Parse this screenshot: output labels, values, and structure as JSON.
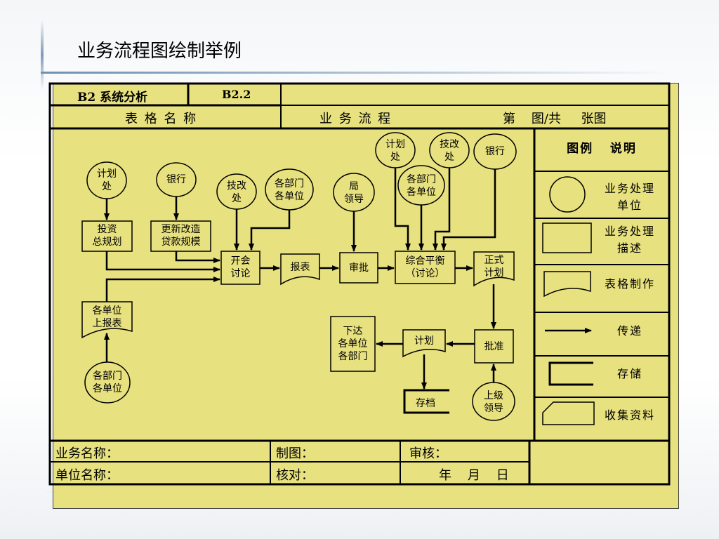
{
  "slide": {
    "title": "业务流程图绘制举例"
  },
  "header": {
    "code_label": "B2 系统分析",
    "code_value": "B2.2",
    "form_name_label": "表 格 名 称",
    "process_label": "业 务 流 程",
    "page_label": "第    图/共     张图"
  },
  "diagram": {
    "circles": {
      "jihuachu_left": "计划\n处",
      "yinhang_left": "银行",
      "jigaichu_mid": "技改\n处",
      "gebumen_mid": "各部门\n各单位",
      "ju_lingdao": "局\n领导",
      "jihuachu_top": "计划\n处",
      "jigaichu_top": "技改\n处",
      "yinhang_top": "银行",
      "gebumen_top": "各部门\n各单位",
      "gebumen_bottom": "各部门\n各单位",
      "shangji_lingdao": "上级\n领导"
    },
    "boxes": {
      "touzi": "投资\n总规划",
      "gengxin": "更新改造\n贷款规模",
      "kaihui": "开会\n讨论",
      "shenpi": "审批",
      "zonghe": "综合平衡\n（讨论）",
      "pizhun": "批准",
      "xiada": "下达\n各单位\n各部门"
    },
    "docs": {
      "baobiao": "报表",
      "zhengshi": "正式\n计划",
      "gedanwei": "各单位\n上报表",
      "jihua": "计划"
    },
    "storage": {
      "cundang": "存档"
    }
  },
  "legend": {
    "title": "图例   说明",
    "items": [
      "业务处理\n单位",
      "业务处理\n描述",
      "表格制作",
      "传递",
      "存储",
      "收集资料"
    ]
  },
  "footer": {
    "business_name": "业务名称：",
    "drawn_by": "制图：",
    "reviewed_by": "审核：",
    "unit_name": "单位名称：",
    "checked_by": "核对：",
    "date": "年    月    日"
  }
}
